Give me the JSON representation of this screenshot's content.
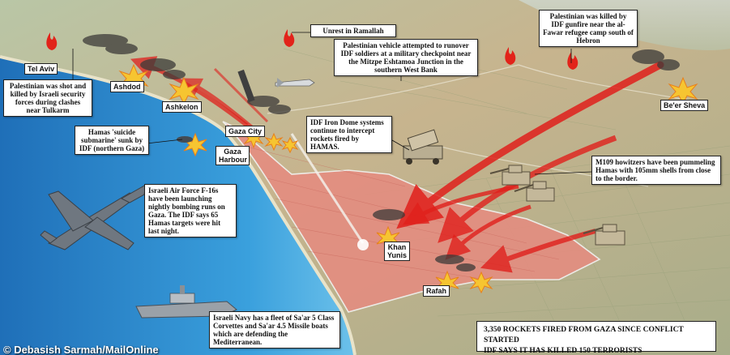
{
  "annotations": {
    "ramallah": "Unrest in Ramallah",
    "hebron": "Palestinian was killed by IDF gunfire near the al-Fawar refugee camp south of Hebron",
    "checkpoint": "Palestinian vehicle attempted to runover IDF soldiers at a military checkpoint near the Mitzpe Eshtamoa Junction in the southern West Bank",
    "tulkarm": "Palestinian was shot and killed by Israeli security forces during clashes near Tulkarm",
    "submarine": "Hamas 'suicide submarine' sunk by IDF (northern Gaza)",
    "iron_dome": "IDF Iron Dome systems continue to intercept rockets fired by HAMAS.",
    "f16": "Israeli Air Force F-16s have been launching nightly bombing runs on Gaza. The IDF says 65 Hamas targets were hit last night.",
    "m109": "M109 howitzers have been pummeling Hamas with 105mm shells from close to the border.",
    "navy": "Israeli Navy has a fleet of Sa'ar 5 Class Corvettes and Sa'ar 4.5 Missile boats which are defending the Mediterranean."
  },
  "places": {
    "tel_aviv": "Tel Aviv",
    "ashdod": "Ashdod",
    "ashkelon": "Ashkelon",
    "gaza_city": "Gaza City",
    "gaza_harbour": "Gaza Harbour",
    "beer_sheva": "Be'er Sheva",
    "khan_yunis": "Khan Yunis",
    "rafah": "Rafah"
  },
  "summary": {
    "line1": "3,350 ROCKETS FIRED FROM GAZA SINCE CONFLICT STARTED",
    "line2": "IDF SAYS IT HAS KILLED 150 TERRORISTS"
  },
  "credit": "© Debasish Sarmah/MailOnline",
  "colors": {
    "sea": "#2f8fd2",
    "land": "#c4b18e",
    "gaza_strip": "#e58c80",
    "arrow": "#e0201c",
    "fire": "#e2231a",
    "explosion": "#f6c531"
  },
  "icons": [
    "fire-icon",
    "explosion-icon",
    "smoke-plume",
    "f16-jet",
    "navy-corvette",
    "howitzer",
    "iron-dome-launcher",
    "missile",
    "submarine"
  ]
}
